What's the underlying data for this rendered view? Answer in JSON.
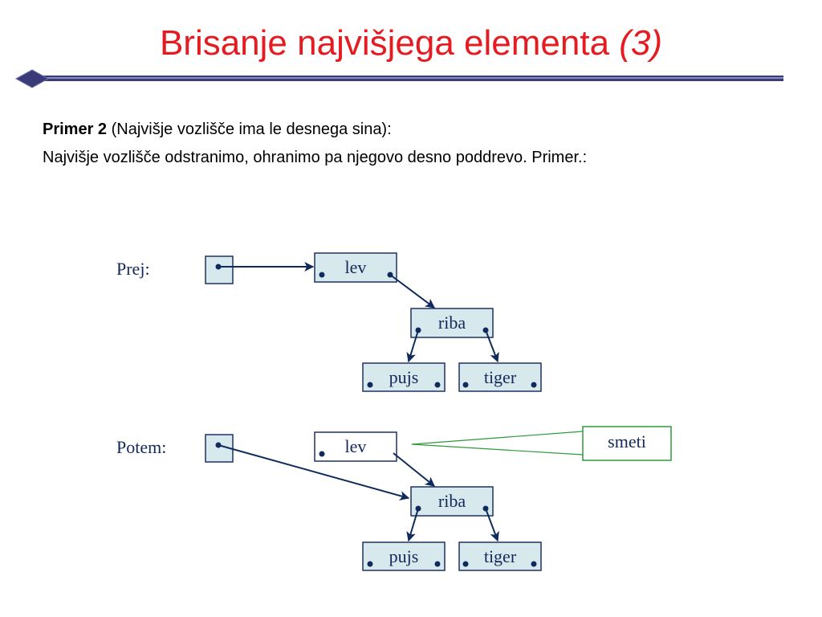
{
  "slide": {
    "title": "Brisanje najvišjega elementa",
    "title_suffix": "(3)",
    "line1_bold": "Primer 2",
    "line1_rest": " (Najvišje vozlišče ima le desnega sina):",
    "line2": "Najvišje vozlišče odstranimo, ohranimo pa njegovo desno poddrevo. Primer.:"
  },
  "diagram": {
    "before_label": "Prej:",
    "after_label": "Potem:",
    "before": {
      "root": "lev",
      "child": "riba",
      "left": "pujs",
      "right": "tiger"
    },
    "after": {
      "root": "lev",
      "child": "riba",
      "left": "pujs",
      "right": "tiger",
      "garbage": "smeti"
    }
  },
  "colors": {
    "title": "#e41c22",
    "node_fill": "#d8e9ee",
    "node_stroke": "#1f3260",
    "arrow": "#0f2a5c",
    "callout": "#2e9a3a",
    "rule": "#3a3a78"
  }
}
